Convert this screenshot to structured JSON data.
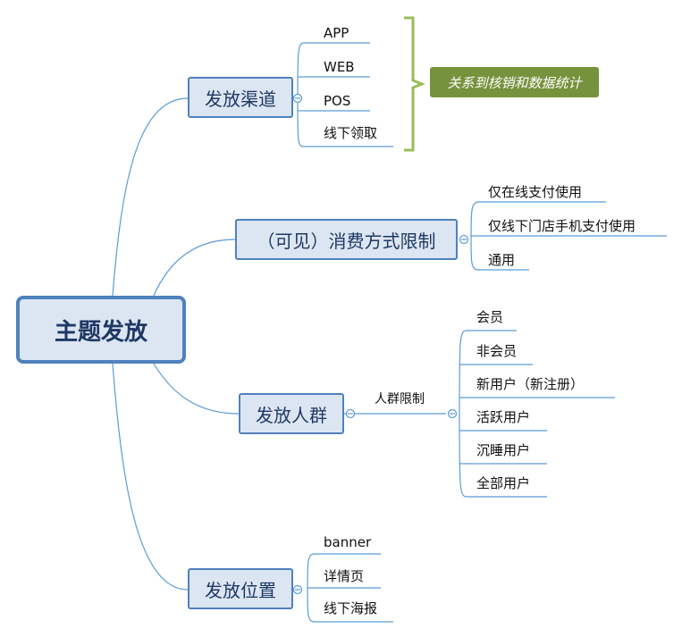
{
  "root": {
    "label": "主题发放"
  },
  "branches": [
    {
      "label": "发放渠道",
      "leaves": [
        "APP",
        "WEB",
        "POS",
        "线下领取"
      ]
    },
    {
      "label": "（可见）消费方式限制",
      "leaves": [
        "仅在线支付使用",
        "仅线下门店手机支付使用",
        "通用"
      ]
    },
    {
      "label": "发放人群",
      "sublabel": "人群限制",
      "leaves": [
        "会员",
        "非会员",
        "新用户（新注册）",
        "活跃用户",
        "沉睡用户",
        "全部用户"
      ]
    },
    {
      "label": "发放位置",
      "leaves": [
        "banner",
        "详情页",
        "线下海报"
      ]
    }
  ],
  "note": {
    "label": "关系到核销和数据统计"
  },
  "colors": {
    "connector": "#5b9bd5",
    "node_border": "#4f81bd",
    "node_fill": "#dce6f2",
    "bracket": "#9bbb59",
    "note_fill": "#76923c"
  }
}
